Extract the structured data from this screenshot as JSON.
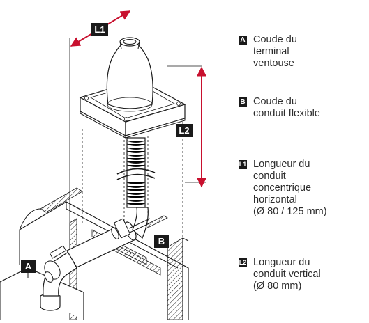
{
  "callouts": {
    "a": "A",
    "b": "B",
    "l1": "L1",
    "l2": "L2"
  },
  "legend": [
    {
      "key": "A",
      "lines": [
        "Coude du",
        "terminal",
        "ventouse"
      ]
    },
    {
      "key": "B",
      "lines": [
        "Coude du",
        "conduit flexible"
      ]
    },
    {
      "key": "L1",
      "lines": [
        "Longueur du",
        "conduit",
        "concentrique",
        "horizontal",
        "(Ø 80 / 125 mm)"
      ]
    },
    {
      "key": "L2",
      "lines": [
        "Longueur du",
        "conduit vertical",
        "(Ø 80 mm)"
      ]
    }
  ],
  "colors": {
    "line": "#1a1a1a",
    "arrow": "#c8102e",
    "badge_bg": "#1a1a1a",
    "text": "#2b2b2b"
  }
}
